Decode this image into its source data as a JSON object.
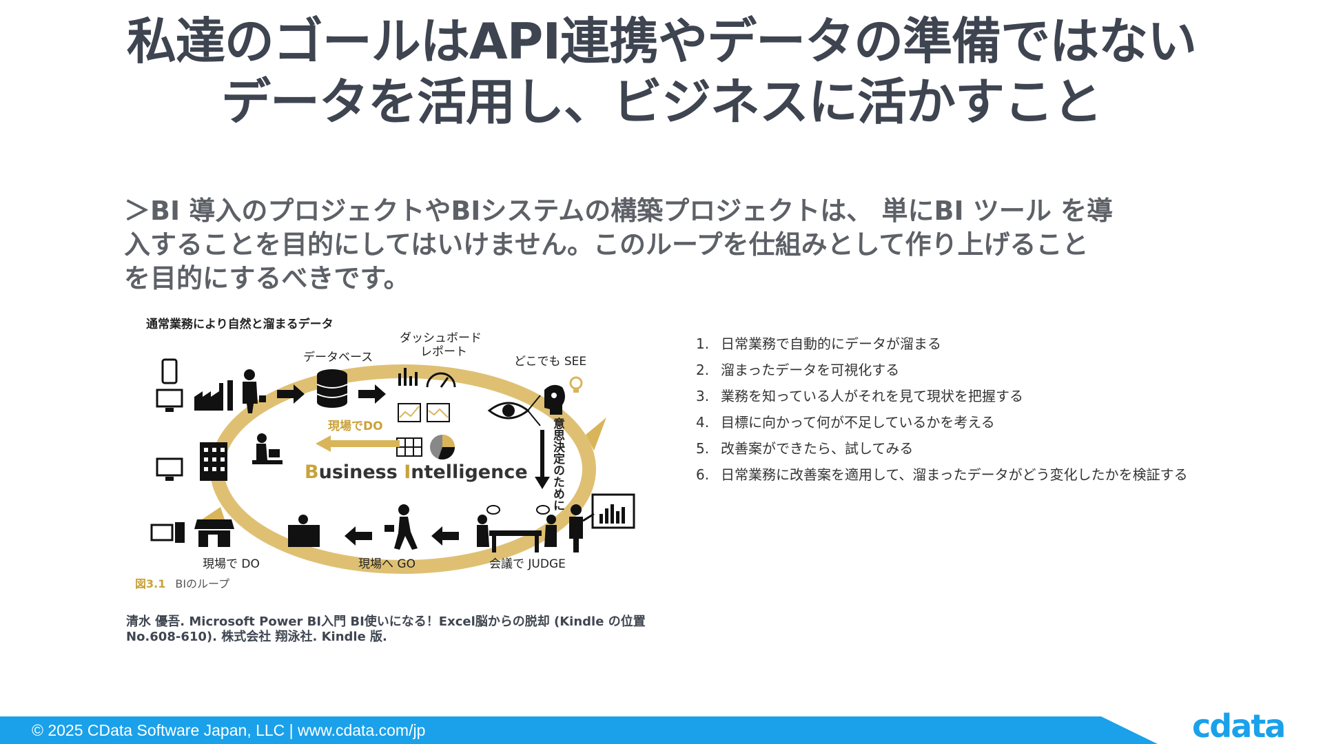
{
  "title": {
    "line1": "私達のゴールはAPI連携やデータの準備ではない",
    "line2": "データを活用し、ビジネスに活かすこと"
  },
  "quote": {
    "line1": "＞BI 導入のプロジェクトやBIシステムの構築プロジェクトは、 単にBI ツール を導",
    "line2": "入することを目的にしてはいけません。このループを仕組みとして作り上げること",
    "line3": "を目的にするべきです。"
  },
  "figure": {
    "top_label": "通常業務により自然と溜まるデータ",
    "database": "データベース",
    "dashboard": "ダッシュボード",
    "report": "レポート",
    "see": "どこでも SEE",
    "do_center": "現場でDO",
    "bi_b": "B",
    "bi_usiness": "usiness ",
    "bi_i": "I",
    "bi_ntelligence": "ntelligence",
    "decision": "意思決定のために",
    "do_bottom": "現場で DO",
    "go_bottom": "現場へ GO",
    "judge_bottom": "会議で JUDGE",
    "fig_num": "図3.1",
    "fig_caption": "BIのループ",
    "colors": {
      "gold": "#d9b55a",
      "dark": "#111111"
    }
  },
  "citation": {
    "line1": "清水 優吾. Microsoft Power BI入門 BI使いになる！Excel脳からの脱却 (Kindle の位置",
    "line2": "No.608-610). 株式会社 翔泳社. Kindle 版."
  },
  "steps": [
    {
      "num": "1.",
      "text": "日常業務で自動的にデータが溜まる"
    },
    {
      "num": "2.",
      "text": "溜まったデータを可視化する"
    },
    {
      "num": "3.",
      "text": "業務を知っている人がそれを見て現状を把握する"
    },
    {
      "num": "4.",
      "text": "目標に向かって何が不足しているかを考える"
    },
    {
      "num": "5.",
      "text": "改善案ができたら、試してみる"
    },
    {
      "num": "6.",
      "text": "日常業務に改善案を適用して、溜まったデータがどう変化したかを検証する"
    }
  ],
  "footer": {
    "copyright": "© 2025 CData Software Japan, LLC |  www.cdata.com/jp",
    "bar_color": "#1aa1ea"
  },
  "logo": {
    "text": "cdata",
    "color": "#1aa1ea"
  }
}
